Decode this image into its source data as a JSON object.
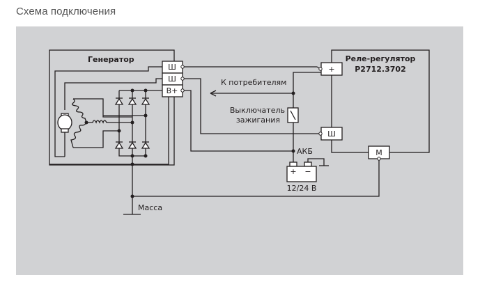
{
  "header": {
    "title": "Схема подключения"
  },
  "diagram": {
    "generator": {
      "label": "Генератор",
      "terminals": [
        "Ш",
        "Ш",
        "В+"
      ]
    },
    "regulator": {
      "label_line1": "Реле-регулятор",
      "label_line2": "Р2712.3702",
      "terminals": {
        "plus": "+",
        "field": "Ш",
        "mass": "М"
      }
    },
    "consumers_label": "К потребителям",
    "ignition_switch": {
      "line1": "Выключатель",
      "line2": "зажигания"
    },
    "battery": {
      "node_label": "АКБ",
      "plus": "+",
      "minus": "−",
      "voltage": "12/24 В"
    },
    "ground_label": "Масса"
  }
}
